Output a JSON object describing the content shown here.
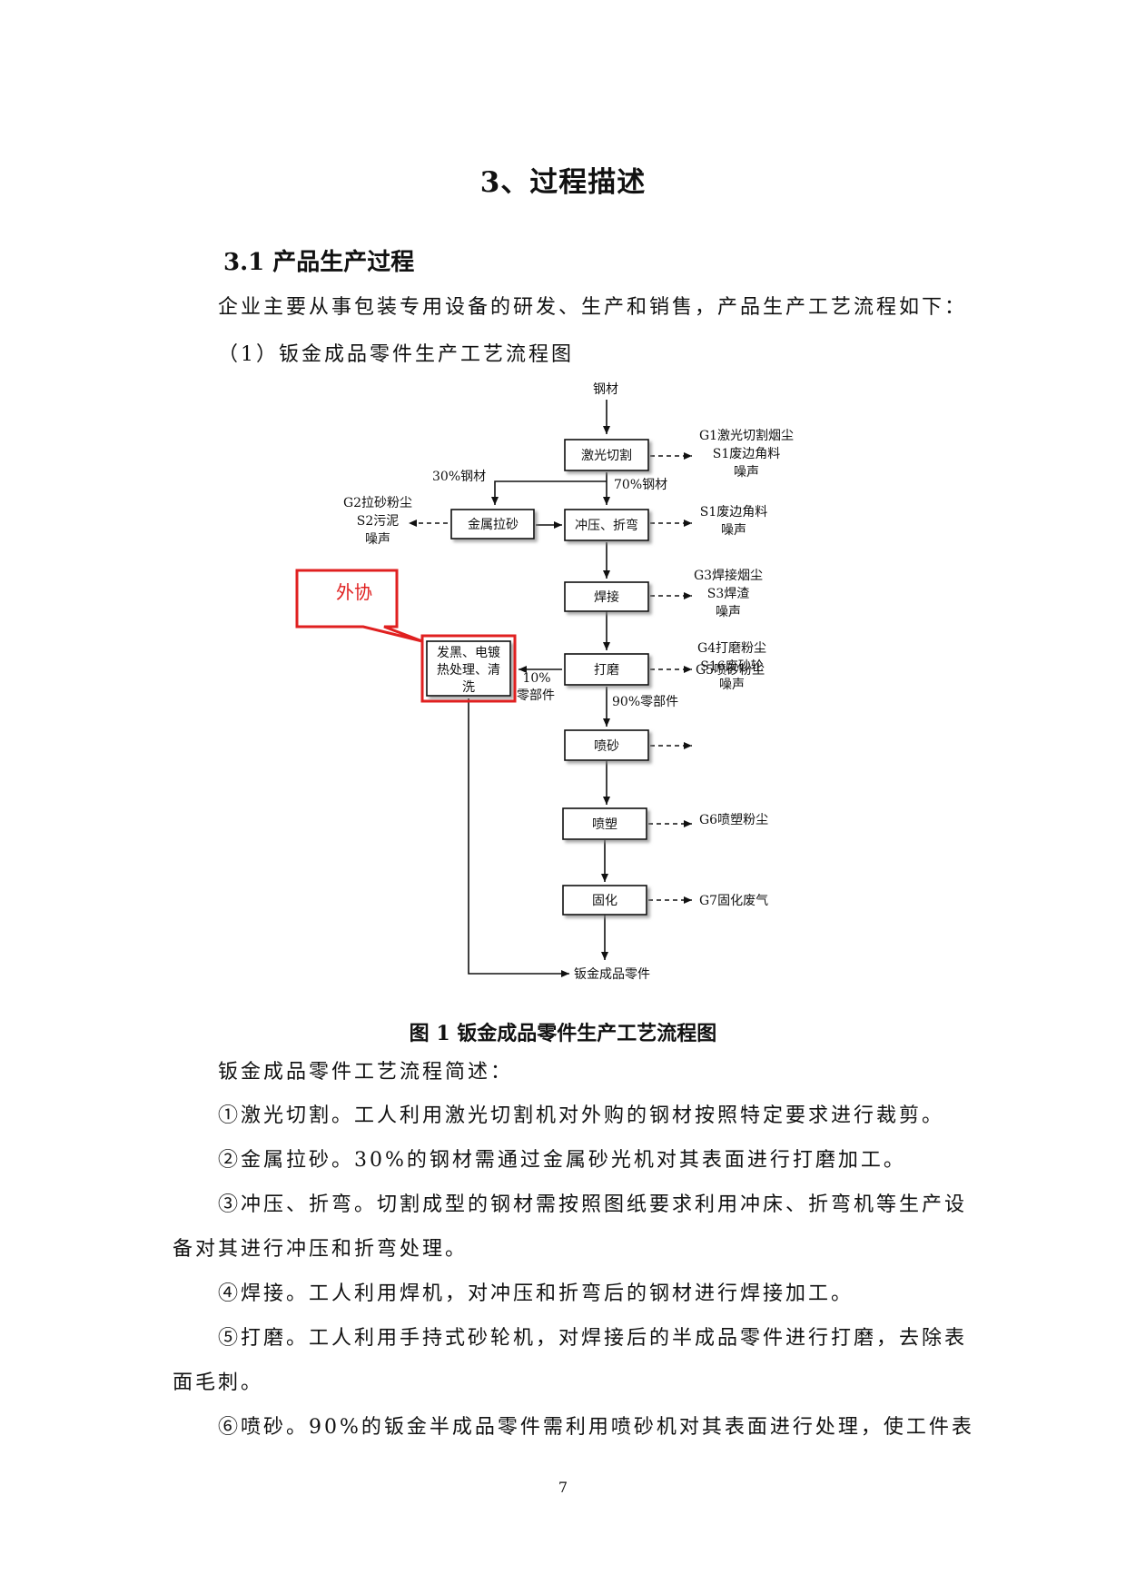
{
  "chapter_title": "3、过程描述",
  "section_title": "3.1 产品生产过程",
  "intro": "企业主要从事包装专用设备的研发、生产和销售，产品生产工艺流程如下：",
  "sub_title": "（1）钣金成品零件生产工艺流程图",
  "flowchart": {
    "input": "钢材",
    "laser": "激光切割",
    "laser_out": [
      "G1激光切割烟尘",
      "S1废边角料",
      "噪声"
    ],
    "split_left": "30%钢材",
    "split_down": "70%钢材",
    "sanding": "金属拉砂",
    "sanding_out": [
      "G2拉砂粉尘",
      "S2污泥",
      "噪声"
    ],
    "stamping": "冲压、折弯",
    "stamping_out": [
      "S1废边角料",
      "噪声"
    ],
    "welding": "焊接",
    "welding_out": [
      "G3焊接烟尘",
      "S3焊渣",
      "噪声"
    ],
    "outsourced_note": "外协",
    "outsourced_box": [
      "发黑、电镀",
      "热处理、清",
      "洗"
    ],
    "grinding": "打磨",
    "grinding_out": [
      "G4打磨粉尘",
      "S16废砂轮",
      "噪声"
    ],
    "split10": [
      "10%",
      "零部件"
    ],
    "split90": "90%零部件",
    "sandblast": "喷砂",
    "sandblast_out": "G5喷砂粉尘",
    "spraying": "喷塑",
    "spraying_out": "G6喷塑粉尘",
    "curing": "固化",
    "curing_out": "G7固化废气",
    "output": "钣金成品零件"
  },
  "figure_caption": "图 1  钣金成品零件生产工艺流程图",
  "desc_title": "钣金成品零件工艺流程简述：",
  "steps": [
    "①激光切割。工人利用激光切割机对外购的钢材按照特定要求进行裁剪。",
    "②金属拉砂。30%的钢材需通过金属砂光机对其表面进行打磨加工。",
    "③冲压、折弯。切割成型的钢材需按照图纸要求利用冲床、折弯机等生产设",
    "备对其进行冲压和折弯处理。",
    "④焊接。工人利用焊机，对冲压和折弯后的钢材进行焊接加工。",
    "⑤打磨。工人利用手持式砂轮机，对焊接后的半成品零件进行打磨，去除表",
    "面毛刺。",
    "⑥喷砂。90%的钣金半成品零件需利用喷砂机对其表面进行处理，使工件表"
  ],
  "page_number": "7",
  "colors": {
    "annotation_red": "#e02020",
    "text": "#111111"
  }
}
